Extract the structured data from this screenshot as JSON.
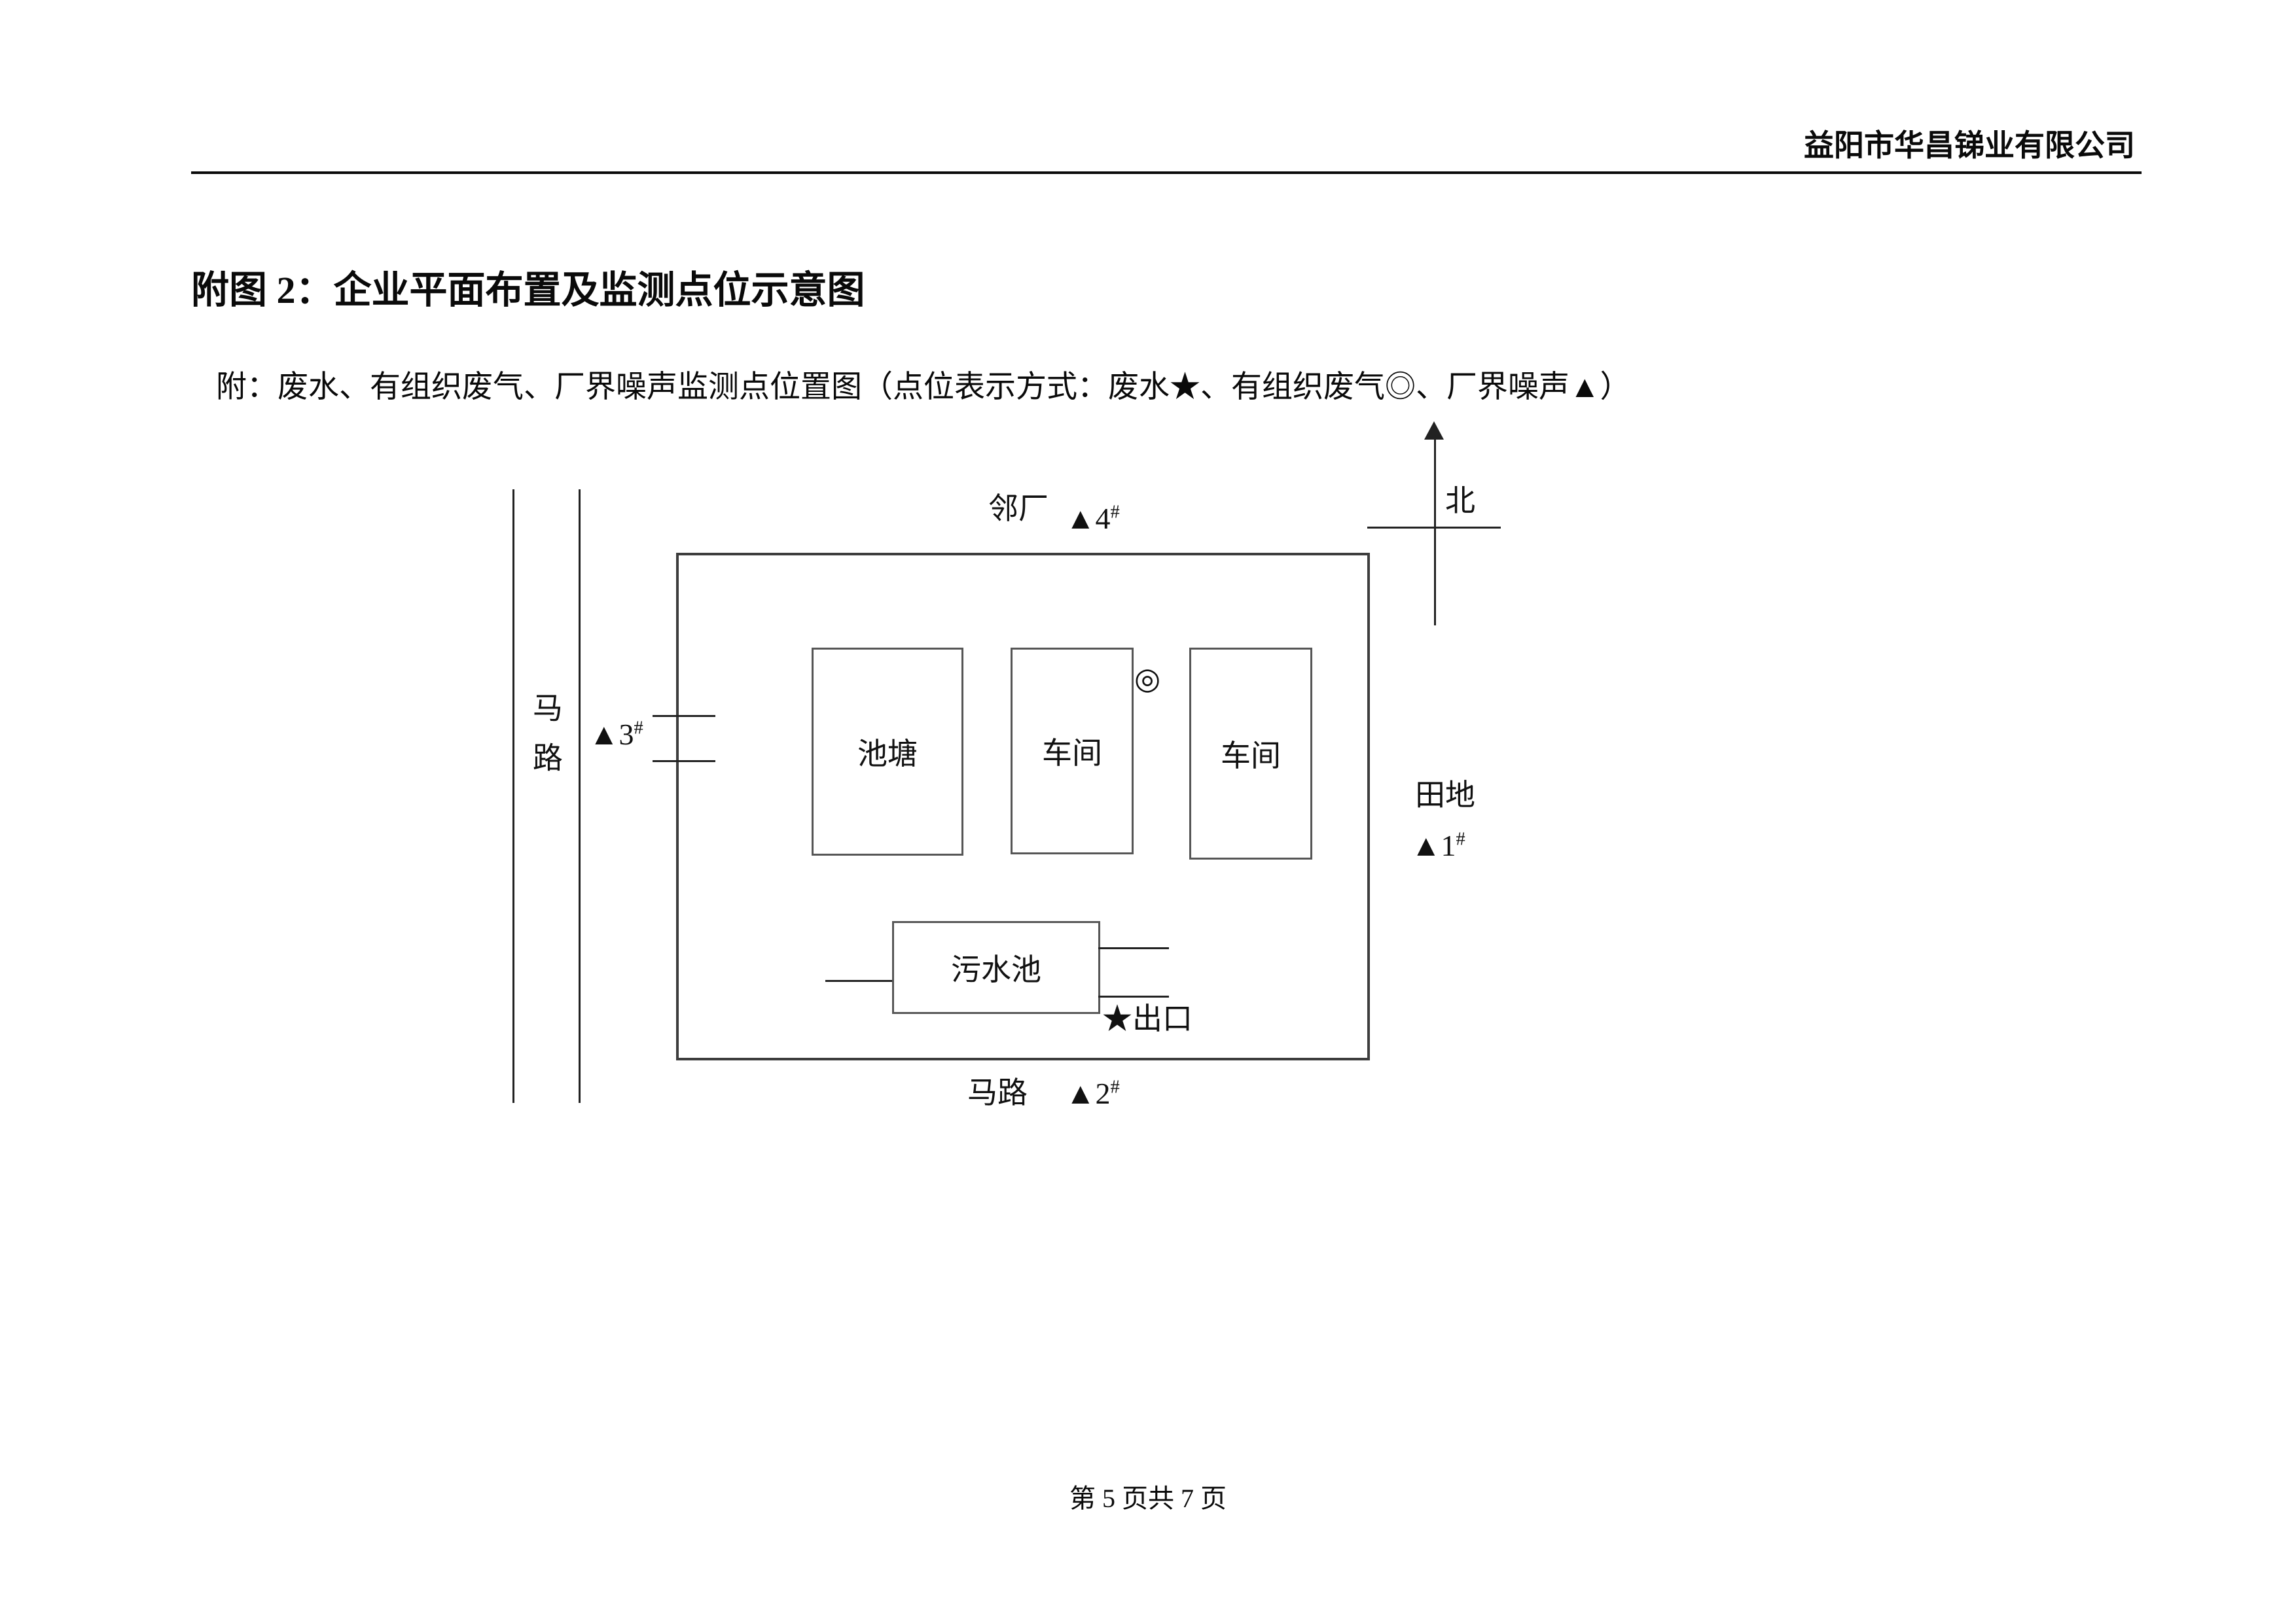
{
  "header": {
    "company": "益阳市华昌锑业有限公司"
  },
  "figure": {
    "title": "附图 2：企业平面布置及监测点位示意图",
    "subtitle": "附：废水、有组织废气、厂界噪声监测点位置图（点位表示方式：废水★、有组织废气◎、厂界噪声▲）"
  },
  "diagram": {
    "north_label": "北",
    "neighbor_label": "邻厂",
    "road_label_left": "马路",
    "road_label_bottom": "马路",
    "field_label": "田地",
    "pond_label": "池塘",
    "workshop1_label": "车间",
    "workshop2_label": "车间",
    "sewage_label": "污水池",
    "gas_point_symbol": "◎",
    "outlet": {
      "symbol": "★",
      "label": "出口"
    },
    "markers": {
      "m1": {
        "symbol": "▲",
        "num": "1",
        "sup": "#"
      },
      "m2": {
        "symbol": "▲",
        "num": "2",
        "sup": "#"
      },
      "m3": {
        "symbol": "▲",
        "num": "3",
        "sup": "#"
      },
      "m4": {
        "symbol": "▲",
        "num": "4",
        "sup": "#"
      }
    },
    "colors": {
      "text": "#111111",
      "line": "#222222",
      "boundary": "#3d3d3d"
    }
  },
  "footer": {
    "page_info": "第 5 页共 7 页"
  }
}
